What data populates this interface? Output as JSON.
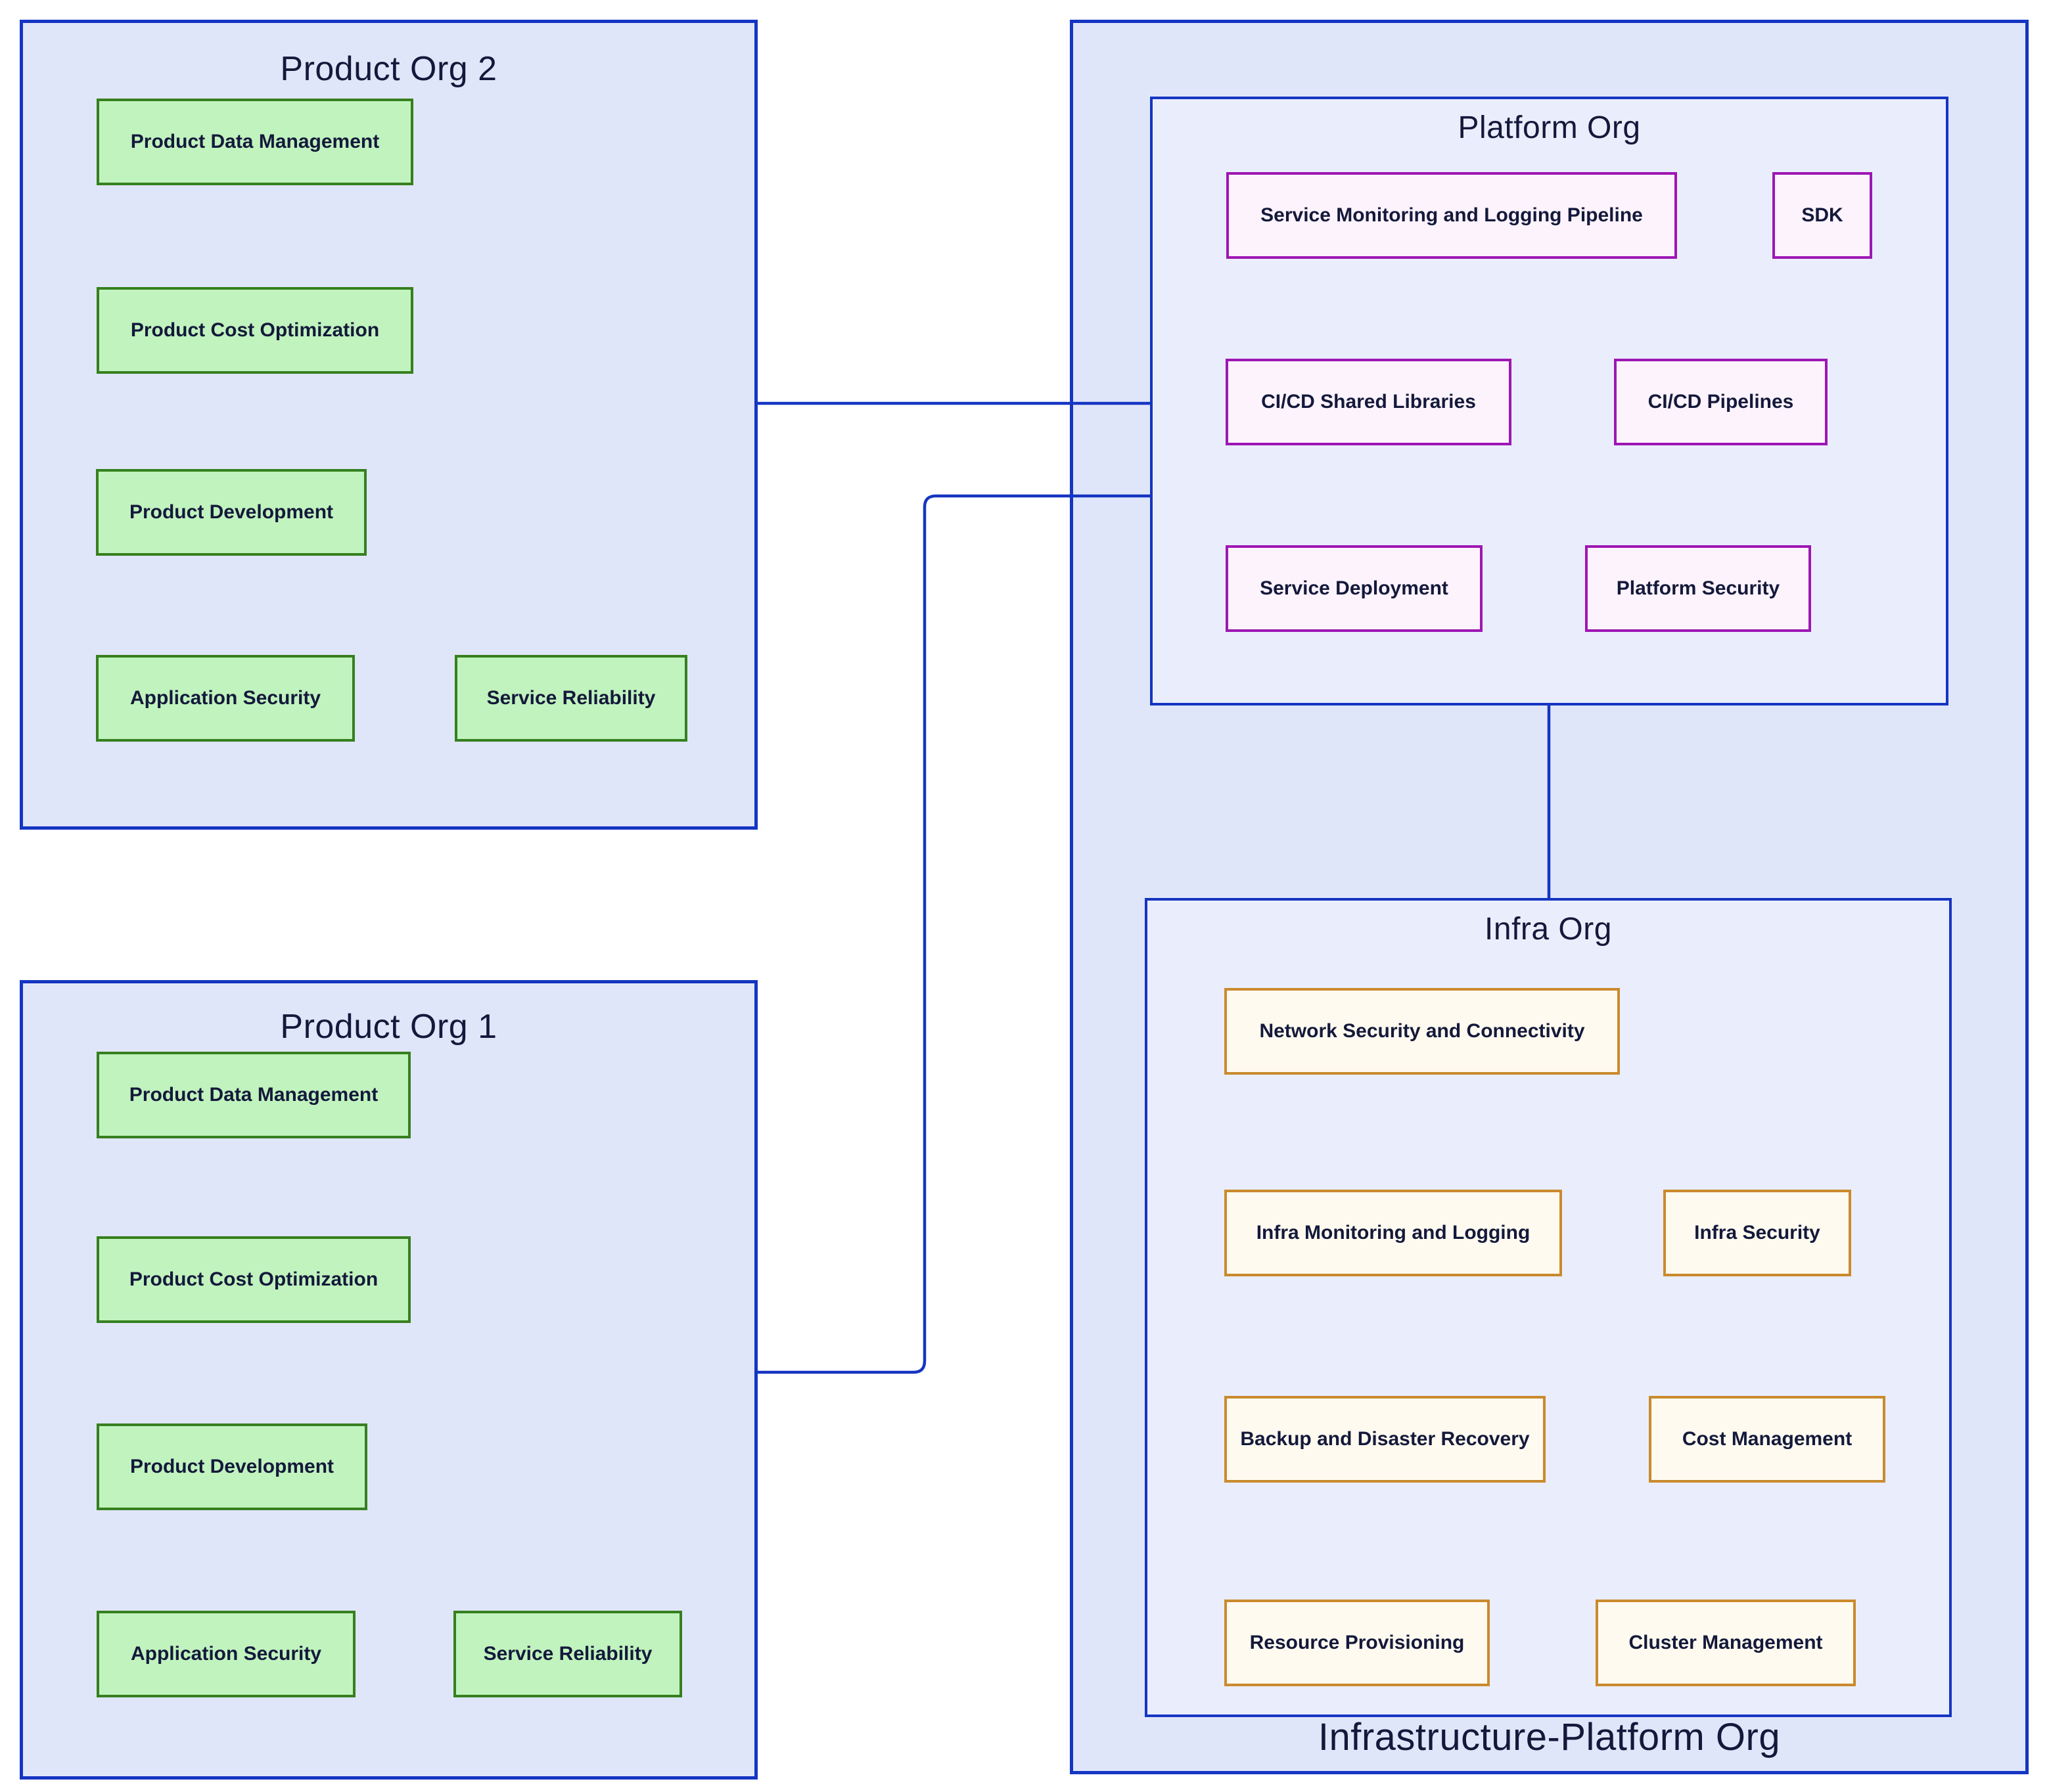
{
  "colors": {
    "background": "#ffffff",
    "blue_border": "#1535C2",
    "container_fill": "#E0E6F9",
    "subcontainer_fill": "#EAEEFC",
    "green_fill": "#C1F3BE",
    "green_border": "#36801F",
    "purple_fill": "#FCF3FC",
    "purple_border": "#9E17B3",
    "orange_fill": "#FEFAEF",
    "orange_border": "#CA8A2E",
    "text": "#14193B"
  },
  "containers": {
    "product_org_2": {
      "title": "Product Org 2",
      "nodes": {
        "product_data_management": "Product Data Management",
        "product_cost_optimization": "Product Cost Optimization",
        "product_development": "Product Development",
        "application_security": "Application Security",
        "service_reliability": "Service Reliability"
      }
    },
    "product_org_1": {
      "title": "Product Org 1",
      "nodes": {
        "product_data_management": "Product Data Management",
        "product_cost_optimization": "Product Cost Optimization",
        "product_development": "Product Development",
        "application_security": "Application Security",
        "service_reliability": "Service Reliability"
      }
    },
    "infrastructure_platform_org": {
      "title": "Infrastructure-Platform Org",
      "children": {
        "platform_org": {
          "title": "Platform Org",
          "nodes": {
            "service_monitoring_and_logging_pipeline": "Service Monitoring and Logging Pipeline",
            "sdk": "SDK",
            "cicd_shared_libraries": "CI/CD Shared Libraries",
            "cicd_pipelines": "CI/CD Pipelines",
            "service_deployment": "Service Deployment",
            "platform_security": "Platform Security"
          }
        },
        "infra_org": {
          "title": "Infra Org",
          "nodes": {
            "network_security_and_connectivity": "Network Security and Connectivity",
            "infra_monitoring_and_logging": "Infra Monitoring and Logging",
            "infra_security": "Infra Security",
            "backup_and_disaster_recovery": "Backup and Disaster Recovery",
            "cost_management": "Cost Management",
            "resource_provisioning": "Resource Provisioning",
            "cluster_management": "Cluster Management"
          }
        }
      }
    }
  },
  "edges": [
    {
      "from": "Product Org 2",
      "to": "Platform Org"
    },
    {
      "from": "Product Org 1",
      "to": "Platform Org"
    },
    {
      "from": "Platform Org",
      "to": "Infra Org"
    }
  ]
}
